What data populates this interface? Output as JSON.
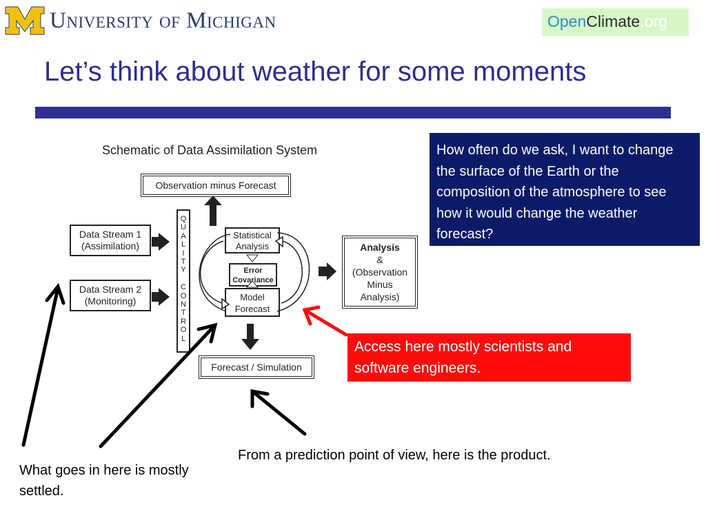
{
  "header": {
    "university_name": "University of Michigan",
    "badge": {
      "open": "Open",
      "climate": "Climate",
      "org": ".org"
    }
  },
  "slide": {
    "title": "Let’s think about weather for some moments"
  },
  "schematic": {
    "title": "Schematic of Data Assimilation System",
    "observation_minus_forecast": "Observation minus Forecast",
    "data_stream_1_line1": "Data Stream 1",
    "data_stream_1_line2": "(Assimilation)",
    "data_stream_2_line1": "Data Stream 2",
    "data_stream_2_line2": "(Monitoring)",
    "quality_control": [
      "Q",
      "U",
      "A",
      "L",
      "I",
      "T",
      "Y",
      "",
      "C",
      "O",
      "N",
      "T",
      "R",
      "O",
      "L"
    ],
    "statistical_line1": "Statistical",
    "statistical_line2": "Analysis",
    "error_line1": "Error",
    "error_line2": "Covariance",
    "model_line1": "Model",
    "model_line2": "Forecast",
    "analysis_line1": "Analysis",
    "analysis_line2": "&",
    "analysis_line3": "(Observation",
    "analysis_line4": "Minus",
    "analysis_line5": "Analysis)",
    "forecast_simulation": "Forecast / Simulation"
  },
  "callouts": {
    "blue": "How often do we ask, I want to change the surface of the Earth or the composition of the atmosphere to see how it would change the weather forecast?",
    "red": "Access here mostly scientists and software engineers."
  },
  "captions": {
    "product": "From a prediction point of view, here is the product.",
    "settled": "What goes in here is mostly settled."
  },
  "colors": {
    "title": "#2e2e8e",
    "rule": "#2e3192",
    "blue_box": "#0b1b68",
    "red_box": "#ff0b0b",
    "red_arrow": "#ff0b0b",
    "badge_bg": "#d7f7c8",
    "um_maize": "#f2c10f",
    "um_blue": "#2a3b67"
  }
}
